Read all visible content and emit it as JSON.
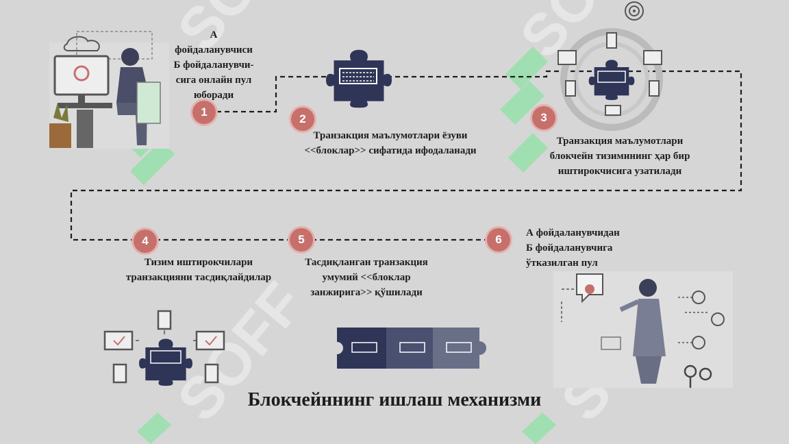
{
  "steps": [
    {
      "num": "1",
      "lines": [
        "А",
        "фойдаланувчиси",
        "Б фойдаланувчи-",
        "сига онлайн пул",
        "юборади"
      ]
    },
    {
      "num": "2",
      "lines": [
        "Транзакция маълумотлари ёзуви",
        "<<блоклар>> сифатида ифодаланади"
      ]
    },
    {
      "num": "3",
      "lines": [
        "Транзакция маълумотлари",
        "блокчейн тизимининг ҳар бир",
        "иштирокчисига узатилади"
      ]
    },
    {
      "num": "4",
      "lines": [
        "Тизим иштирокчилари",
        "транзакцияни тасдиқлайдилар"
      ]
    },
    {
      "num": "5",
      "lines": [
        "Тасдиқланган транзакция",
        "умумий <<блоклар",
        "занжирига>> қўшилади"
      ]
    },
    {
      "num": "6",
      "lines": [
        "А фойдаланувчидан",
        "Б фойдаланувчига",
        "ўтказилган пул"
      ]
    }
  ],
  "title": "Блокчейннинг ишлаш механизми",
  "watermark": "SOFF",
  "colors": {
    "badge": "#c6706c",
    "puzzle": "#2f3556",
    "accent_green": "#8ee2a4",
    "line": "#1d1d1d"
  }
}
